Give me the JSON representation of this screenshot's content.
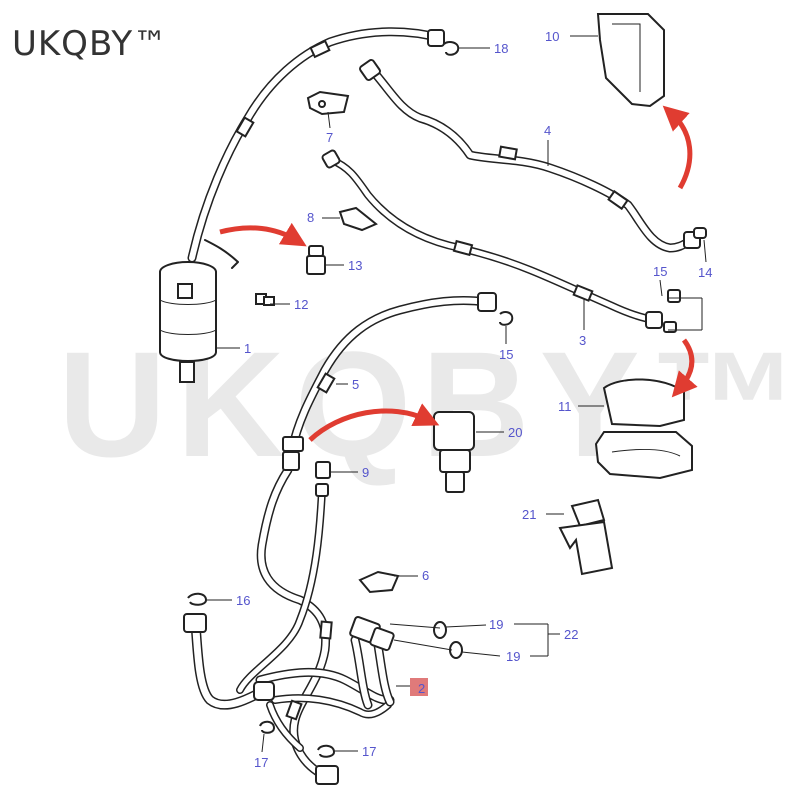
{
  "brand": "UKQBY™",
  "watermark": "UKQBY™",
  "accent_color": "#e03c31",
  "callout_color": "#5555cc",
  "callouts": [
    "1",
    "2",
    "3",
    "4",
    "5",
    "6",
    "7",
    "8",
    "9",
    "10",
    "11",
    "12",
    "13",
    "14",
    "15",
    "15",
    "16",
    "17",
    "17",
    "18",
    "19",
    "19",
    "20",
    "21",
    "22"
  ]
}
